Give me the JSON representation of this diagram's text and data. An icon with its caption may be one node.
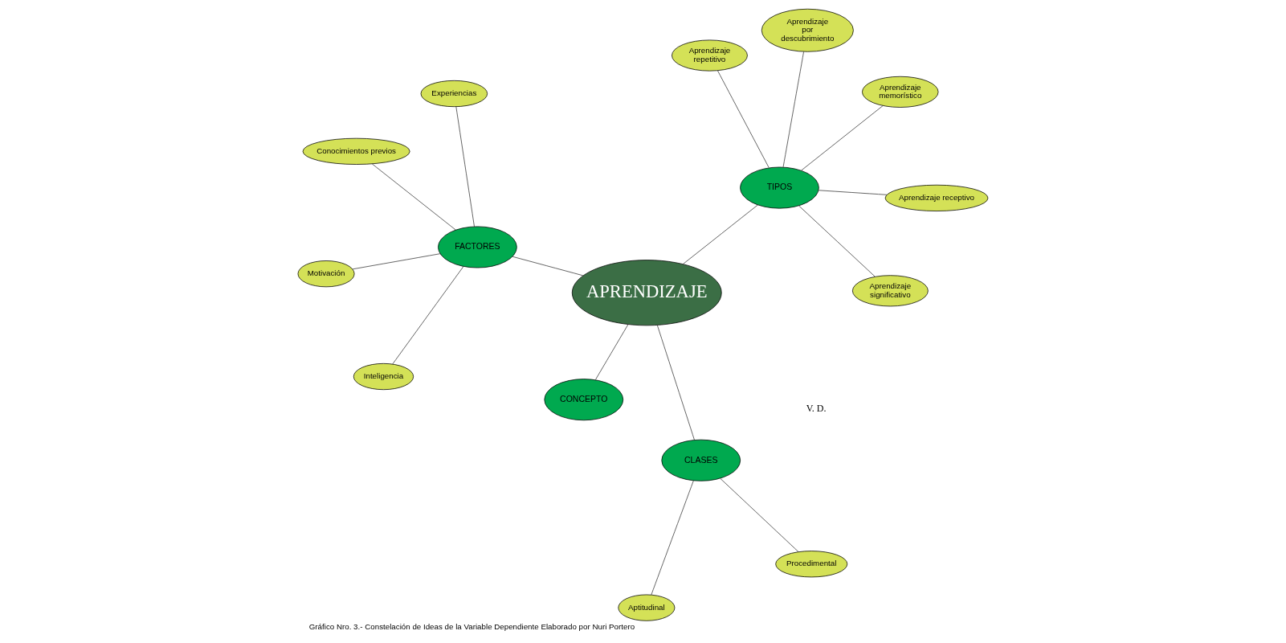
{
  "diagram": {
    "caption": "Gráfico Nro. 3.- Constelación de Ideas de la Variable Dependiente Elaborado por Nuri Portero",
    "nodes": [
      {
        "text": [
          "APRENDIZAJE"
        ]
      },
      {
        "text": [
          "FACTORES"
        ]
      },
      {
        "text": [
          "Inteligencia"
        ]
      },
      {
        "text": [
          "Conocimientos previos"
        ]
      },
      {
        "text": [
          "Experiencias"
        ]
      },
      {
        "text": [
          "Motivación"
        ]
      },
      {
        "text": [
          "CONCEPTO"
        ]
      },
      {
        "text": [
          "Procedimental"
        ]
      },
      {
        "text": [
          "CLASES"
        ]
      },
      {
        "text": [
          "Aptitudinal"
        ]
      },
      {
        "text": [
          "TIPOS"
        ]
      },
      {
        "text": [
          "Aprendizaje repetitivo"
        ]
      },
      {
        "text": [
          "Aprendizaje receptivo"
        ]
      },
      {
        "text": [
          "Aprendizaje memorístico"
        ]
      },
      {
        "text": [
          "Aprendizaje por descubrimiento"
        ]
      },
      {
        "text": [
          "Aprendizaje significativo"
        ]
      }
    ],
    "edges": [
      {
        "from": 0,
        "to": 1,
        "arrow": "none"
      },
      {
        "from": 1,
        "to": 2,
        "arrow": "none"
      },
      {
        "from": 1,
        "to": 3,
        "arrow": "none"
      },
      {
        "from": 1,
        "to": 4,
        "arrow": "none"
      },
      {
        "from": 1,
        "to": 5,
        "arrow": "none"
      },
      {
        "from": 0,
        "to": 6,
        "arrow": "none"
      },
      {
        "from": 0,
        "to": 8,
        "arrow": "none"
      },
      {
        "from": 8,
        "to": 7,
        "arrow": "none"
      },
      {
        "from": 8,
        "to": 9,
        "arrow": "none"
      },
      {
        "from": 0,
        "to": 10,
        "arrow": "none"
      },
      {
        "from": 10,
        "to": 11,
        "arrow": "none"
      },
      {
        "from": 10,
        "to": 12,
        "arrow": "none"
      },
      {
        "from": 10,
        "to": 13,
        "arrow": "none"
      },
      {
        "from": 10,
        "to": 14,
        "arrow": "none"
      },
      {
        "from": 10,
        "to": 15,
        "arrow": "none"
      }
    ],
    "labels": [
      "V. D."
    ]
  }
}
